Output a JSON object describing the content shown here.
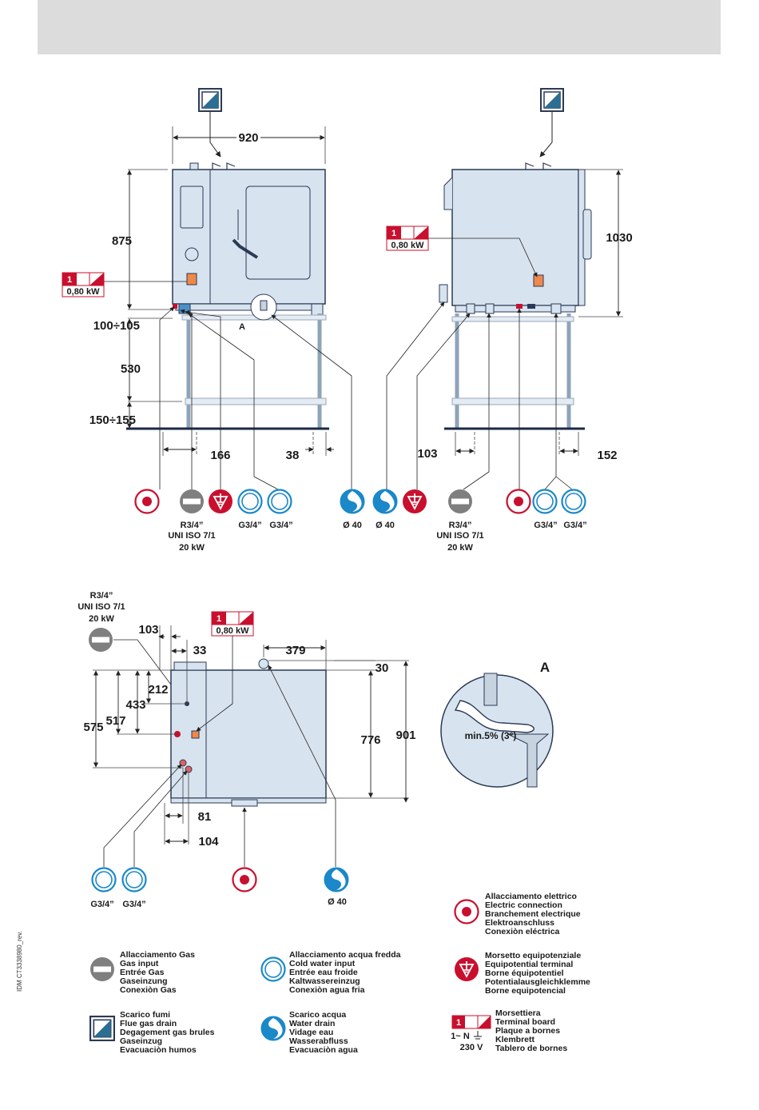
{
  "header": {
    "bar_color": "#dcdcdc"
  },
  "colors": {
    "appliance_fill": "#d7e3ef",
    "appliance_stroke": "#2b3a55",
    "connector_blue": "#1a88c9",
    "connector_red": "#c8102e",
    "gas_gray": "#808080"
  },
  "front_view": {
    "width": "920",
    "height": "875",
    "leg_height": "100÷105",
    "stand_height": "530",
    "shelf_height": "150÷155",
    "offset_left": "166",
    "offset_right": "38",
    "detail_label": "A",
    "terminal": {
      "number": "1",
      "power": "0,80 kW"
    },
    "connectors": {
      "gas": [
        "R3/4”",
        "UNI ISO 7/1",
        "20 kW"
      ],
      "water_left": "G3/4”",
      "water_right": "G3/4”",
      "drain_1": "Ø 40",
      "drain_2": "Ø 40"
    }
  },
  "side_view": {
    "height": "1030",
    "offset_left": "103",
    "offset_right": "152",
    "terminal": {
      "number": "1",
      "power": "0,80 kW"
    },
    "connectors": {
      "gas": [
        "R3/4”",
        "UNI ISO 7/1",
        "20 kW"
      ],
      "water_left": "G3/4”",
      "water_right": "G3/4”"
    }
  },
  "top_view": {
    "gas": [
      "R3/4”",
      "UNI ISO 7/1",
      "20 kW"
    ],
    "dim_103": "103",
    "dim_33": "33",
    "dim_379": "379",
    "dim_30": "30",
    "dim_212": "212",
    "dim_433": "433",
    "dim_517": "517",
    "dim_575": "575",
    "dim_776": "776",
    "dim_901": "901",
    "dim_81": "81",
    "dim_104": "104",
    "terminal": {
      "number": "1",
      "power": "0,80 kW"
    },
    "water_left": "G3/4”",
    "water_right": "G3/4”",
    "drain": "Ø 40"
  },
  "detail_a": {
    "label": "A",
    "slope": "min.5% (3°)"
  },
  "legend": {
    "electric": [
      "Allacciamento elettrico",
      "Electric connection",
      "Branchement electrique",
      "Elektroanschluss",
      "Conexiòn eléctrica"
    ],
    "gas": [
      "Allacciamento Gas",
      "Gas input",
      "Entrée Gas",
      "Gaseinzung",
      "Conexiòn Gas"
    ],
    "cold_water": [
      "Allacciamento acqua fredda",
      "Cold water input",
      "Entrée eau froide",
      "Kaltwassereinzug",
      "Conexiòn agua fria"
    ],
    "equipotential": [
      "Morsetto equipotenziale",
      "Equipotential terminal",
      "Borne équipotentiel",
      "Potentialausgleichklemme",
      "Borne equipotencial"
    ],
    "flue": [
      "Scarico fumi",
      "Flue gas drain",
      "Degagement gas brules",
      "Gaseinzug",
      "Evacuaciòn humos"
    ],
    "water_drain": [
      "Scarico acqua",
      "Water drain",
      "Vidage eau",
      "Wasserabfluss",
      "Evacuaciòn agua"
    ],
    "terminal_board": [
      "Morsettiera",
      "Terminal board",
      "Plaque a bornes",
      "Klembrett",
      "Tablero de bornes"
    ],
    "terminal_number": "1",
    "terminal_phase": "1~ N",
    "terminal_voltage": "230 V"
  },
  "doc_code": "IDM  CT3338980_rev."
}
